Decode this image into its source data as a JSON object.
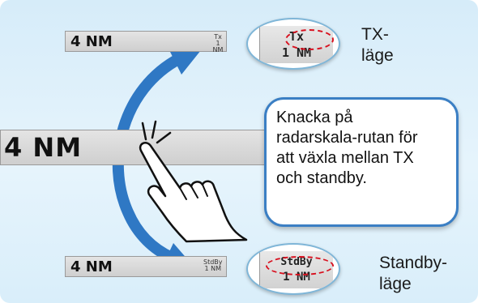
{
  "top_bar": {
    "range": "4 NM",
    "status_line1": "Tx",
    "status_line2": "1 NM"
  },
  "middle_bar": {
    "range": "4 NM"
  },
  "bottom_bar": {
    "range": "4 NM",
    "status_line1": "StdBy",
    "status_line2": "1 NM"
  },
  "tx_zoom": {
    "line1": "Tx",
    "line2": "1 NM"
  },
  "standby_zoom": {
    "line1": "StdBy",
    "line2": "1 NM"
  },
  "tx_label": "TX-\nläge",
  "standby_label": "Standby-\nläge",
  "callout": "Knacka på\nradarskala-rutan för\natt växla mellan TX\noch standby.",
  "colors": {
    "arrow": "#2f78c4",
    "highlight_ellipse": "#d8101e",
    "callout_border": "#3b7fc4",
    "background": "#dbeff9"
  },
  "icons": [
    "double-headed-curved-arrow-icon",
    "tapping-hand-icon",
    "tap-motion-lines-icon"
  ]
}
